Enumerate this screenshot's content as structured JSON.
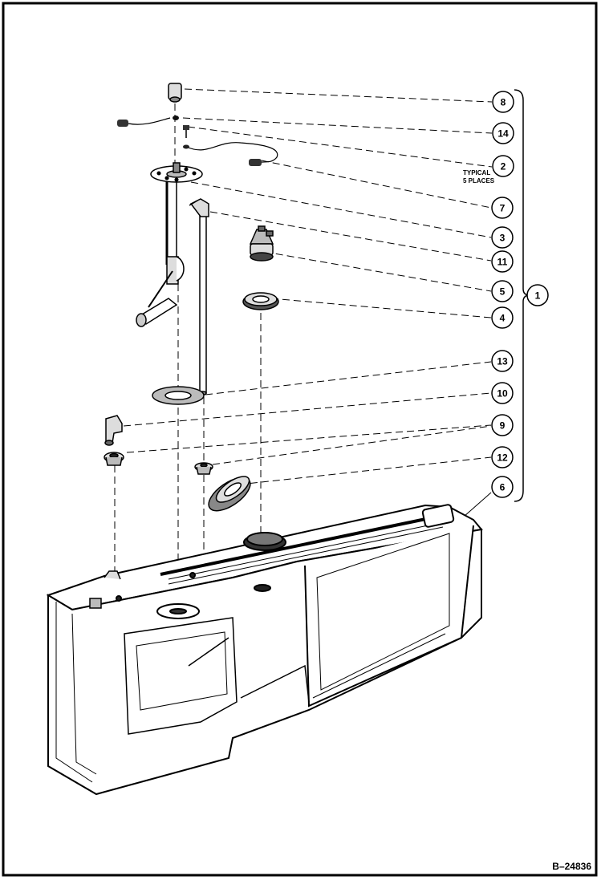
{
  "callouts": {
    "c8": "8",
    "c14": "14",
    "c2": "2",
    "c7": "7",
    "c3": "3",
    "c11": "11",
    "c5": "5",
    "c4": "4",
    "c13": "13",
    "c10": "10",
    "c9": "9",
    "c12": "12",
    "c6": "6",
    "c1": "1"
  },
  "note": {
    "line1": "TYPICAL",
    "line2": "5 PLACES"
  },
  "figure_id": "B–24836"
}
